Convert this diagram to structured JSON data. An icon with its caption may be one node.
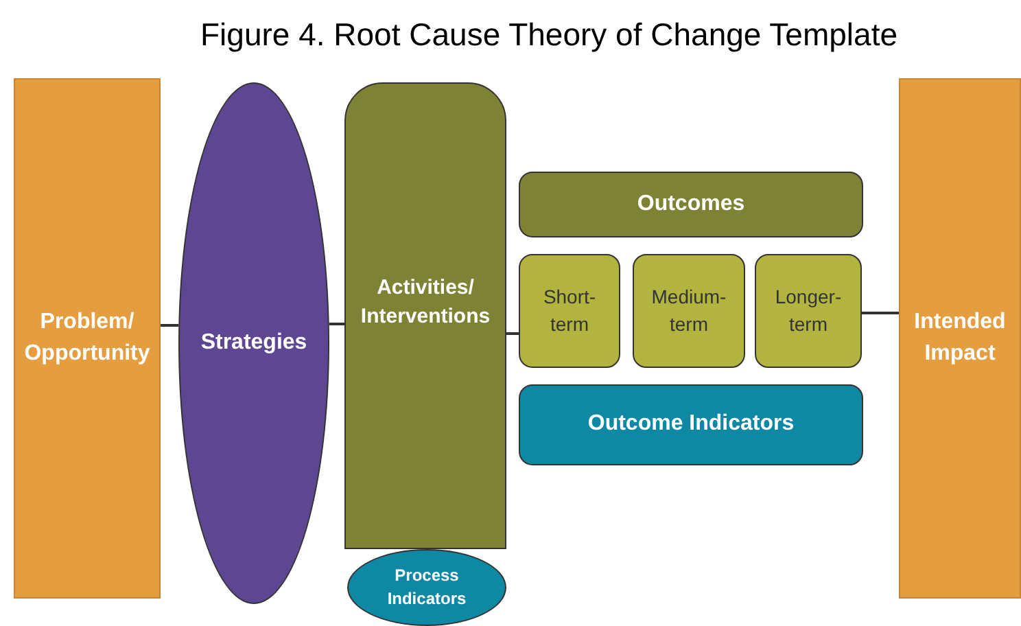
{
  "diagram": {
    "title": "Figure 4. Root Cause Theory of Change Template",
    "nodes": [
      {
        "text": [
          "Problem/ Opportunity"
        ]
      },
      {
        "text": [
          "Strategies"
        ]
      },
      {
        "text": [
          "Activities/ Interventions"
        ]
      },
      {
        "text": [
          "Process Indicators"
        ]
      },
      {
        "text": [
          "Outcomes"
        ]
      },
      {
        "text": [
          "Short- term"
        ]
      },
      {
        "text": [
          "Medium- term"
        ]
      },
      {
        "text": [
          "Longer- term"
        ]
      },
      {
        "text": [
          "Outcome Indicators"
        ]
      },
      {
        "text": [
          "Intended Impact"
        ]
      }
    ],
    "edges": [
      {
        "from": 0,
        "to": 1,
        "arrow": "none"
      },
      {
        "from": 1,
        "to": 2,
        "arrow": "none"
      },
      {
        "from": 2,
        "to": 5,
        "arrow": "none"
      },
      {
        "from": 7,
        "to": 9,
        "arrow": "none"
      }
    ]
  }
}
